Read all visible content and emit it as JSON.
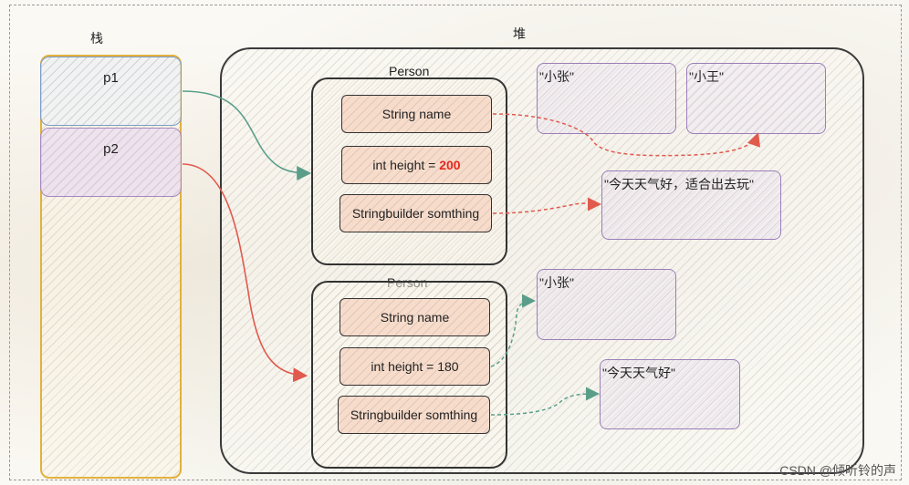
{
  "labels": {
    "stack": "栈",
    "heap": "堆"
  },
  "stack_vars": [
    {
      "name": "p1"
    },
    {
      "name": "p2"
    }
  ],
  "objects": [
    {
      "title": "Person",
      "name_field": "String name",
      "height_prefix": "int height = ",
      "height_value": "200",
      "builder_field": "Stringbuilder somthing"
    },
    {
      "title": "Person",
      "name_field": "String name",
      "height_text": "int height = 180",
      "builder_field": "Stringbuilder somthing"
    }
  ],
  "heap_strings": [
    "\"小张\"",
    "\"小王\"",
    "\"今天天气好，适合出去玩\"",
    "\"小张\"",
    "\"今天天气好\""
  ],
  "watermark": "CSDN @倾听铃的声",
  "colors": {
    "stack_border": "#e2b13c",
    "p1_border": "#7b9cc8",
    "p2_border": "#a688bf",
    "arrow_green": "#5a9e8a",
    "arrow_red": "#e05a4e",
    "highlight": "#e8271e"
  }
}
